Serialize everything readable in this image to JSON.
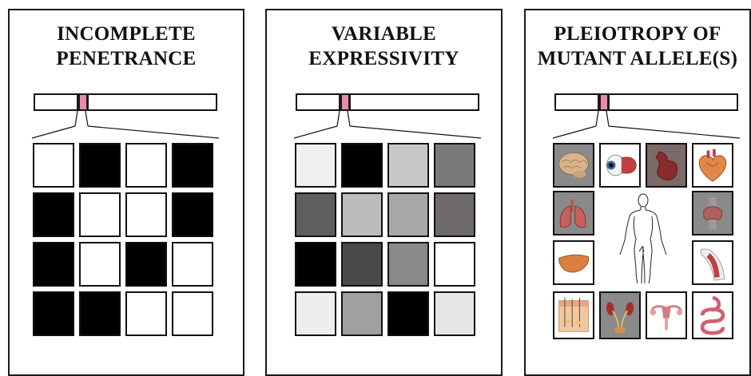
{
  "panels": [
    {
      "title": "INCOMPLETE\nPENETRANCE",
      "grid": [
        [
          "#ffffff",
          "#000000",
          "#ffffff",
          "#000000"
        ],
        [
          "#000000",
          "#ffffff",
          "#ffffff",
          "#000000"
        ],
        [
          "#000000",
          "#ffffff",
          "#000000",
          "#ffffff"
        ],
        [
          "#000000",
          "#000000",
          "#ffffff",
          "#ffffff"
        ]
      ]
    },
    {
      "title": "VARIABLE\nEXPRESSIVITY",
      "grid": [
        [
          "#f0f0f0",
          "#000000",
          "#c8c8c8",
          "#7a7a7a"
        ],
        [
          "#5e5e5e",
          "#bcbcbc",
          "#a8a8a8",
          "#6e6a6a"
        ],
        [
          "#000000",
          "#4a4a4a",
          "#8a8a8a",
          "#ffffff"
        ],
        [
          "#eeeeee",
          "#a0a0a0",
          "#000000",
          "#e6e6e6"
        ]
      ]
    },
    {
      "title": "PLEIOTROPY OF\nMUTANT ALLELE(S)",
      "organs": [
        "brain-icon",
        "eye-icon",
        "stomach-icon",
        "heart-icon",
        "lungs-icon",
        "thyroid-icon",
        "liver-icon",
        "muscle-icon",
        "skin-icon",
        "kidneys-icon",
        "reproductive-icon",
        "intestine-icon"
      ],
      "center": "human-body-icon"
    }
  ],
  "colors": {
    "band_pink": "#e88ab0",
    "band_dark": "#1a1a1a",
    "organ_bg_gray": "#8a8a8a"
  }
}
